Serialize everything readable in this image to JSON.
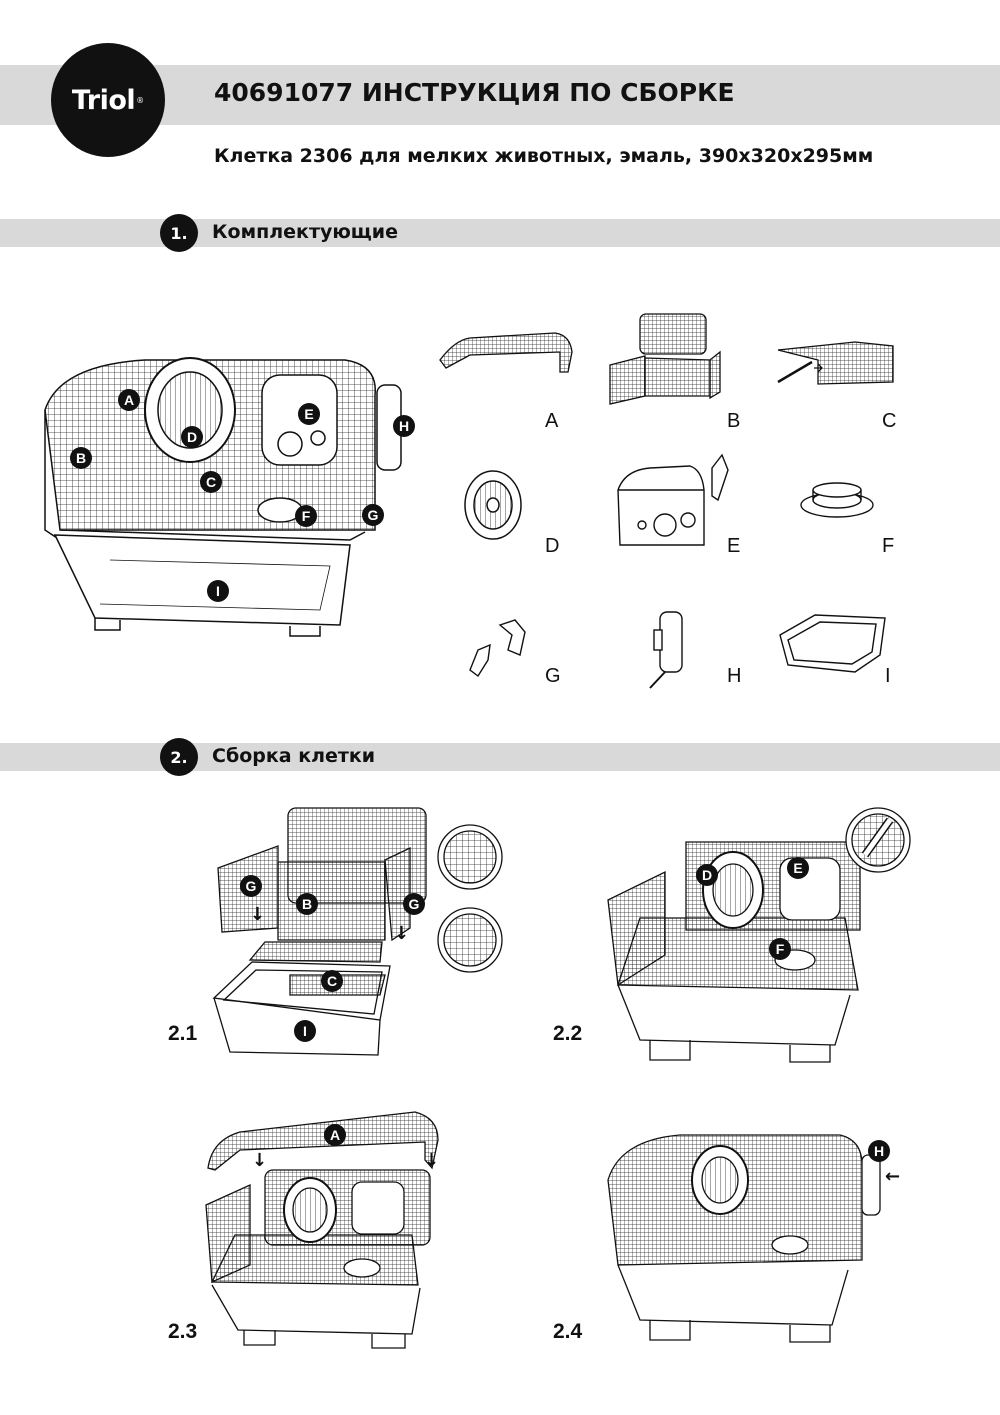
{
  "brand": {
    "name": "Triol",
    "mark": "®"
  },
  "doc": {
    "title": "40691077 ИНСТРУКЦИЯ ПО СБОРКЕ",
    "subtitle": "Клетка 2306 для мелких животных, эмаль, 390х320х295мм"
  },
  "sections": [
    {
      "number": "1.",
      "title": "Комплектующие"
    },
    {
      "number": "2.",
      "title": "Сборка клетки"
    }
  ],
  "parts": [
    {
      "label": "A"
    },
    {
      "label": "B"
    },
    {
      "label": "C"
    },
    {
      "label": "D"
    },
    {
      "label": "E"
    },
    {
      "label": "F"
    },
    {
      "label": "G"
    },
    {
      "label": "H"
    },
    {
      "label": "I"
    }
  ],
  "overview_callouts": [
    "A",
    "B",
    "C",
    "D",
    "E",
    "F",
    "G",
    "H",
    "I"
  ],
  "steps": [
    {
      "label": "2.1",
      "callouts": [
        "G",
        "B",
        "G",
        "C",
        "I"
      ]
    },
    {
      "label": "2.2",
      "callouts": [
        "D",
        "E",
        "F"
      ]
    },
    {
      "label": "2.3",
      "callouts": [
        "A"
      ]
    },
    {
      "label": "2.4",
      "callouts": [
        "H"
      ]
    }
  ]
}
